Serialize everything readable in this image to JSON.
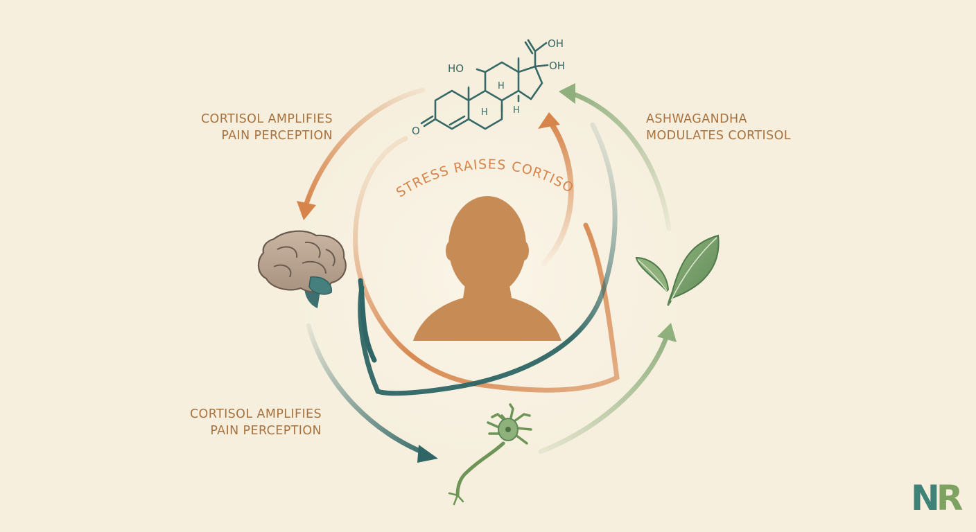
{
  "colors": {
    "background": "#f6efde",
    "orange": "#d6844a",
    "teal": "#2f6665",
    "sage": "#8faf7d",
    "label_text": "#a8723e",
    "person": "#c78b56",
    "molecule": "#366866",
    "logo_n": "#3f8277",
    "logo_r": "#7ea262"
  },
  "labels": {
    "top_left": [
      "CORTISOL AMPLIFIES",
      "PAIN PERCEPTION"
    ],
    "bottom_left": [
      "CORTISOL AMPLIFIES",
      "PAIN PERCEPTION"
    ],
    "top_right": [
      "ASHWAGANDHA",
      "MODULATES CORTISOL"
    ],
    "center_arc": "STRESS RAISES CORTISOL"
  },
  "molecule": {
    "hydroxyl_left": "HO",
    "hydroxyl_right": "OH",
    "carboxyl_oh": "OH",
    "ketone": "O",
    "hydrogen_1": "H",
    "hydrogen_2": "H",
    "hydrogen_3": "H"
  },
  "icons": {
    "molecule": "cortisol-molecule-icon",
    "brain": "brain-icon",
    "neuron": "neuron-icon",
    "leaf": "leaf-icon",
    "person": "person-silhouette-icon"
  },
  "logo": {
    "left": "N",
    "right": "R"
  }
}
